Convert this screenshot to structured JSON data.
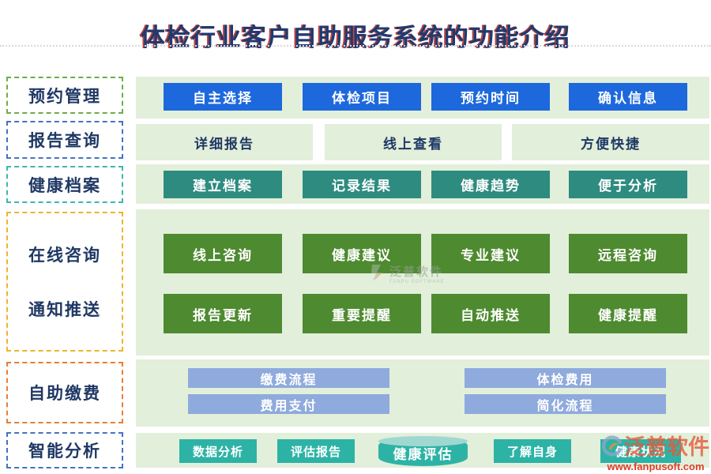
{
  "type": "function-diagram",
  "title": "体检行业客户自助服务系统的功能介绍",
  "sections": {
    "appointment": {
      "label": "预约管理",
      "items": [
        "自主选择",
        "体检项目",
        "预约时间",
        "确认信息"
      ]
    },
    "report": {
      "label": "报告查询",
      "items": [
        "详细报告",
        "线上查看",
        "方便快捷"
      ]
    },
    "archive": {
      "label": "健康档案",
      "items": [
        "建立档案",
        "记录结果",
        "健康趋势",
        "便于分析"
      ]
    },
    "consult": {
      "label": "在线咨询",
      "items": [
        "线上咨询",
        "健康建议",
        "专业建议",
        "远程咨询"
      ]
    },
    "push": {
      "label": "通知推送",
      "items": [
        "报告更新",
        "重要提醒",
        "自动推送",
        "健康提醒"
      ]
    },
    "payment": {
      "label": "自助缴费",
      "items": [
        "缴费流程",
        "体检费用",
        "费用支付",
        "简化流程"
      ]
    },
    "analysis": {
      "label": "智能分析",
      "items": [
        "数据分析",
        "评估报告",
        "健康评估",
        "了解自身",
        "健康状况"
      ]
    }
  },
  "watermarks": {
    "center": {
      "brand": "泛普软件",
      "sub": "FANPU SOFTWARE"
    },
    "corner": {
      "brand": "泛普软件",
      "url": "www.fanpusoft.com"
    }
  },
  "colors": {
    "title_text": "#203a70",
    "title_shadow": "#b2241c",
    "label_text": "#1f3864",
    "strip_bg": "#e2efda",
    "blue_button": "#1d68dd",
    "teal_button": "#2e8b80",
    "dark_green_button": "#4e8a2f",
    "purple_button": "#8faadc",
    "cyan_button": "#2db3a6",
    "cylinder_top": "#9fd8d0",
    "border_appointment": "#6cae49",
    "border_report": "#4472c4",
    "border_archive": "#3cb8ae",
    "border_consult_push": "#f0b429",
    "border_payment": "#ed7d31",
    "border_analysis": "#4472c4",
    "watermark_brand": "#e85836",
    "watermark_url": "#e03c28"
  }
}
